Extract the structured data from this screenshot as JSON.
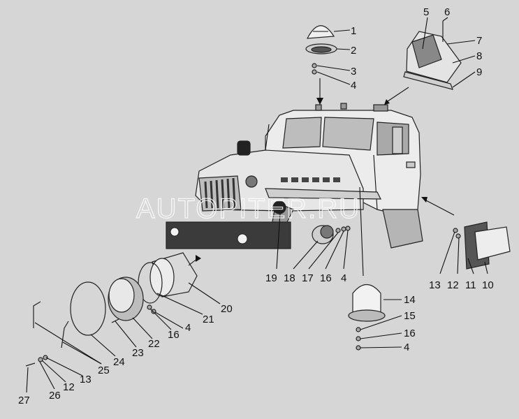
{
  "watermark": "AUTOPITER.RU",
  "callouts": [
    {
      "id": "1",
      "text": "1"
    },
    {
      "id": "2",
      "text": "2"
    },
    {
      "id": "3",
      "text": "3"
    },
    {
      "id": "4a",
      "text": "4"
    },
    {
      "id": "5",
      "text": "5"
    },
    {
      "id": "6",
      "text": "6"
    },
    {
      "id": "7",
      "text": "7"
    },
    {
      "id": "8",
      "text": "8"
    },
    {
      "id": "9",
      "text": "9"
    },
    {
      "id": "10",
      "text": "10"
    },
    {
      "id": "11",
      "text": "11"
    },
    {
      "id": "12a",
      "text": "12"
    },
    {
      "id": "13a",
      "text": "13"
    },
    {
      "id": "14",
      "text": "14"
    },
    {
      "id": "15",
      "text": "15"
    },
    {
      "id": "16a",
      "text": "16"
    },
    {
      "id": "4b",
      "text": "4"
    },
    {
      "id": "19",
      "text": "19"
    },
    {
      "id": "18",
      "text": "18"
    },
    {
      "id": "17",
      "text": "17"
    },
    {
      "id": "16b",
      "text": "16"
    },
    {
      "id": "4c",
      "text": "4"
    },
    {
      "id": "20",
      "text": "20"
    },
    {
      "id": "21",
      "text": "21"
    },
    {
      "id": "4d",
      "text": "4"
    },
    {
      "id": "16c",
      "text": "16"
    },
    {
      "id": "22",
      "text": "22"
    },
    {
      "id": "23",
      "text": "23"
    },
    {
      "id": "24",
      "text": "24"
    },
    {
      "id": "25",
      "text": "25"
    },
    {
      "id": "13b",
      "text": "13"
    },
    {
      "id": "12b",
      "text": "12"
    },
    {
      "id": "26",
      "text": "26"
    },
    {
      "id": "27",
      "text": "27"
    }
  ]
}
